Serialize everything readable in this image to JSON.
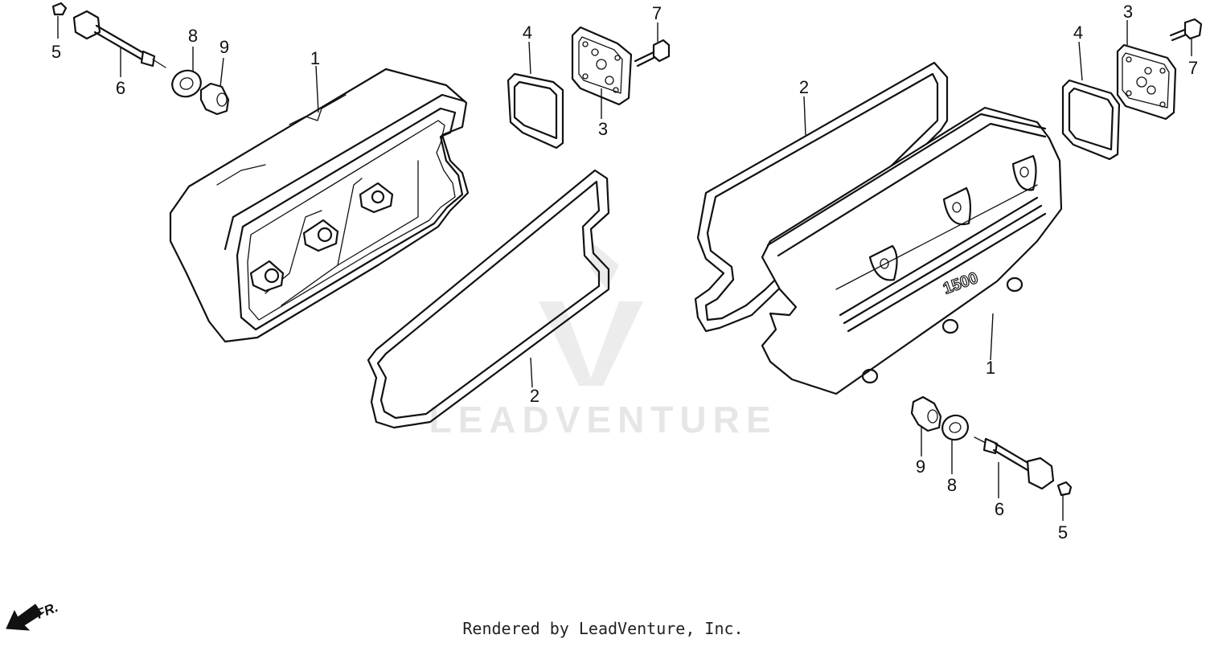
{
  "watermark": {
    "text": "LEADVENTURE"
  },
  "footer": {
    "text": "Rendered by LeadVenture, Inc."
  },
  "direction_indicator": {
    "label": "FR."
  },
  "embossed_marking": "1500",
  "callouts": {
    "left_cover": "1",
    "left_gasket": "2",
    "left_plate": "3",
    "left_plate_gasket": "4",
    "left_cap": "5",
    "left_bolt": "6",
    "left_washer": "7",
    "left_seal_ring": "8",
    "left_rubber_mount": "9",
    "right_cover": "1",
    "right_gasket": "2",
    "right_plate": "3",
    "right_plate_gasket": "4",
    "right_cap": "5",
    "right_bolt": "6",
    "right_washer": "7",
    "right_seal_ring": "8",
    "right_rubber_mount": "9"
  }
}
